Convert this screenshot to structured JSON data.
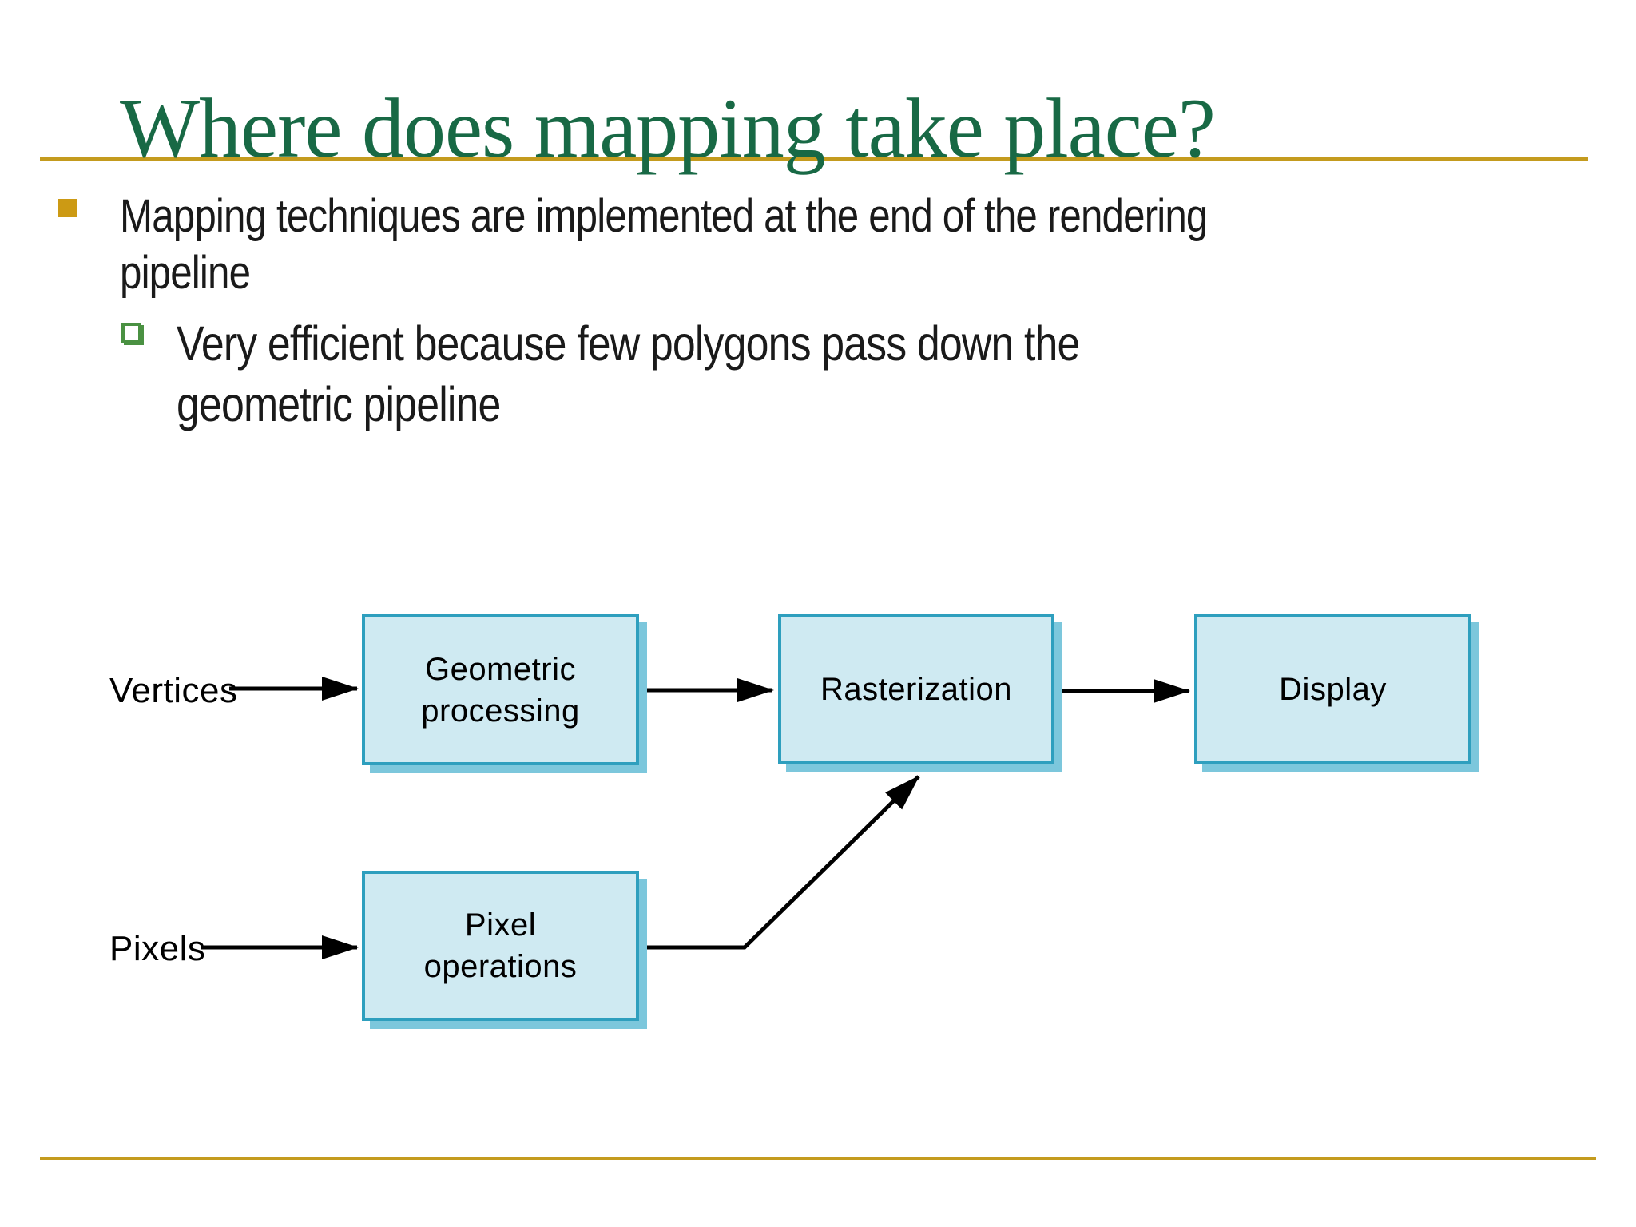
{
  "slide": {
    "title": "Where does mapping take place?",
    "bullets": [
      {
        "level": 1,
        "text": "Mapping techniques are implemented at the end of the rendering\npipeline"
      },
      {
        "level": 2,
        "text": "Very efficient because few polygons pass down the\ngeometric pipeline"
      }
    ]
  },
  "diagram": {
    "vertices_label": "Vertices",
    "pixels_label": "Pixels",
    "boxes": {
      "geometric_processing": "Geometric\nprocessing",
      "rasterization": "Rasterization",
      "display": "Display",
      "pixel_operations": "Pixel\noperations"
    },
    "edges": [
      {
        "from": "Vertices",
        "to": "Geometric processing"
      },
      {
        "from": "Geometric processing",
        "to": "Rasterization"
      },
      {
        "from": "Rasterization",
        "to": "Display"
      },
      {
        "from": "Pixels",
        "to": "Pixel operations"
      },
      {
        "from": "Pixel operations",
        "to": "Rasterization"
      }
    ]
  },
  "colors": {
    "title_green": "#186945",
    "accent_gold": "#C49B1E",
    "bullet_gold": "#CC9A14",
    "sub_bullet_green": "#4A9142",
    "box_fill": "#CFEAF2",
    "box_border": "#2E9FBE",
    "box_shadow": "#7CC7DC",
    "arrow_black": "#000000"
  }
}
